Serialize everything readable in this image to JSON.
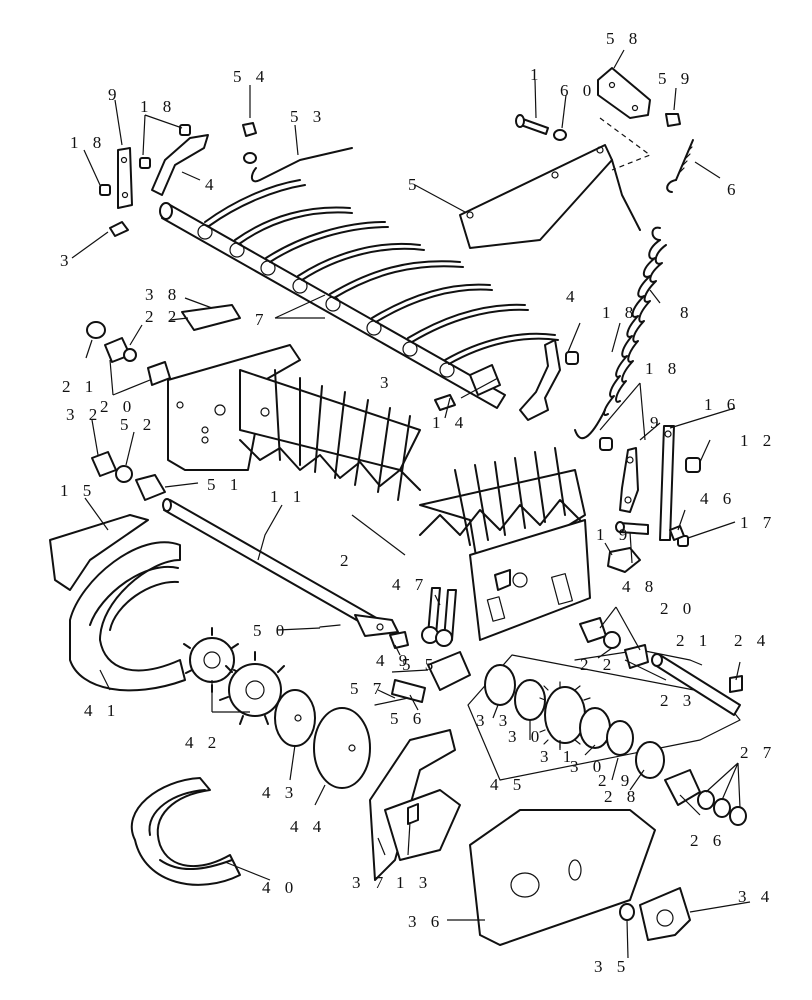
{
  "labels": {
    "n1": "1",
    "n2": "2",
    "n3a": "3",
    "n3b": "3",
    "n4a": "4",
    "n4b": "4",
    "n5": "5",
    "n6": "6",
    "n7": "7",
    "n8": "8",
    "n9a": "9",
    "n9b": "9",
    "n11": "1 1",
    "n12": "1 2",
    "n13": "1 3",
    "n14": "1 4",
    "n15": "1 5",
    "n16": "1 6",
    "n17": "1 7",
    "n18a": "1 8",
    "n18b": "1 8",
    "n18c": "1 8",
    "n18d": "1 8",
    "n19": "1 9",
    "n20a": "2 0",
    "n20b": "2 0",
    "n21a": "2 1",
    "n21b": "2 1",
    "n22a": "2 2",
    "n22b": "2 2",
    "n23": "2 3",
    "n24": "2 4",
    "n26": "2 6",
    "n27": "2 7",
    "n28": "2 8",
    "n29": "2 9",
    "n30a": "3 0",
    "n30b": "3 0",
    "n31": "3 1",
    "n32": "3 2",
    "n33": "3 3",
    "n34": "3 4",
    "n35": "3 5",
    "n36": "3 6",
    "n37": "3 7",
    "n38": "3 8",
    "n40": "4 0",
    "n41": "4 1",
    "n42": "4 2",
    "n43": "4 3",
    "n44": "4 4",
    "n45": "4 5",
    "n46": "4 6",
    "n47": "4 7",
    "n48": "4 8",
    "n49": "4 9",
    "n50": "5 0",
    "n51": "5 1",
    "n52": "5 2",
    "n53": "5 3",
    "n54": "5 4",
    "n55": "5 5",
    "n56": "5 6",
    "n57": "5 7",
    "n58": "5 8",
    "n59": "5 9",
    "n60": "6 0"
  }
}
